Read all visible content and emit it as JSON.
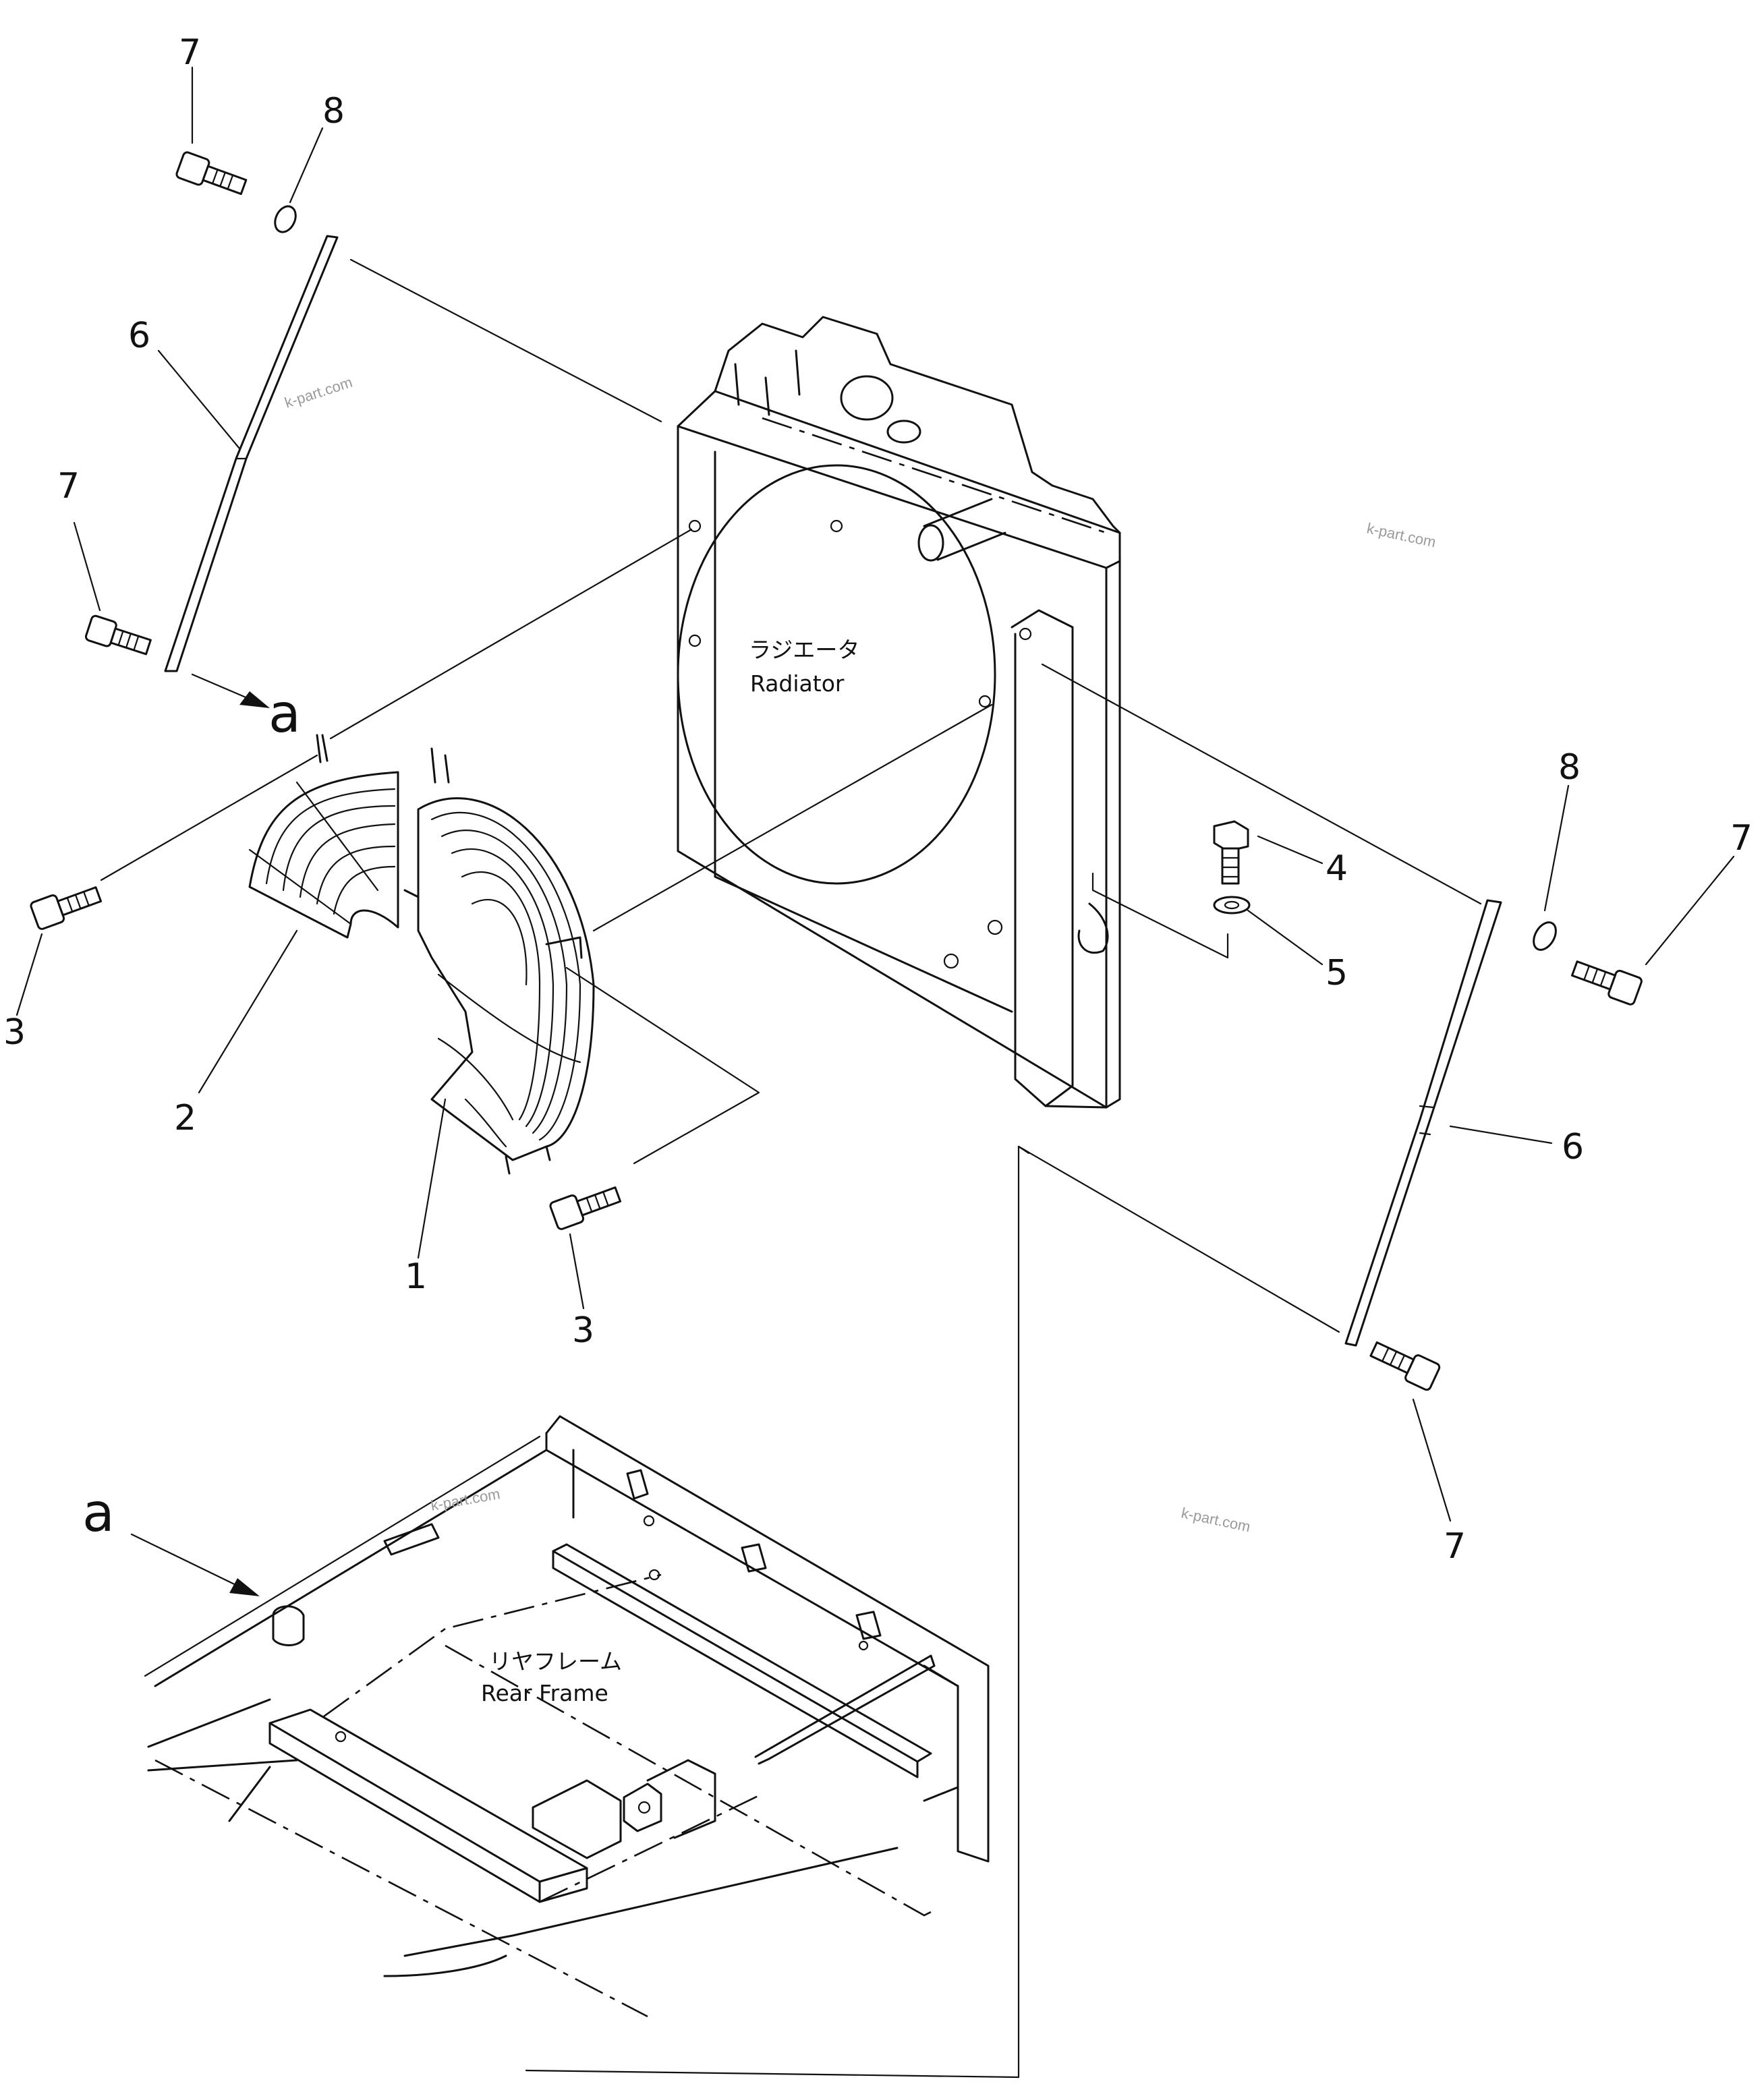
{
  "callouts": {
    "c7_top_left": "7",
    "c8_top_left": "8",
    "c6_left": "6",
    "c7_mid_left": "7",
    "c3_left": "3",
    "c2": "2",
    "c1": "1",
    "c3_bottom": "3",
    "c4": "4",
    "c5": "5",
    "c8_right": "8",
    "c7_right": "7",
    "c6_right": "6",
    "c7_bottom_right": "7"
  },
  "view_marks": {
    "a_upper": "a",
    "a_lower": "a"
  },
  "labels": {
    "radiator_jp": "ラジエータ",
    "radiator_en": "Radiator",
    "rear_frame_jp": "リヤフレーム",
    "rear_frame_en": "Rear Frame"
  },
  "watermarks": {
    "wm1": "k-part.com",
    "wm2": "k-part.com",
    "wm3": "k-part.com",
    "wm4": "k-part.com"
  }
}
